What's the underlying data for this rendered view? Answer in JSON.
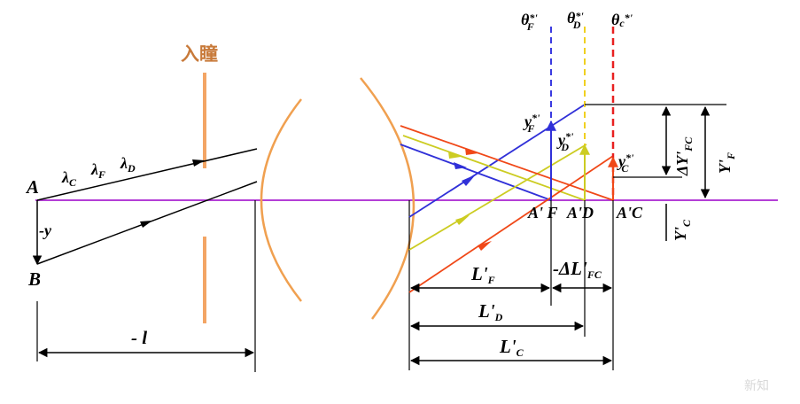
{
  "labels": {
    "A": "A",
    "B": "B",
    "neg_y": "-y",
    "neg_l": "- l",
    "pupil": "入瞳",
    "lambda": "λ",
    "lambda_c_sub": "C",
    "lambda_f_sub": "F",
    "lambda_d_sub": "D",
    "theta": "θ",
    "theta_f_super": "*'",
    "theta_f_sub": "F",
    "theta_d_super": "*'",
    "theta_d_sub": "D",
    "theta_c": "c",
    "theta_c_super": "*'",
    "y": "y",
    "yf_sub": "F",
    "yf_super": "*'",
    "yd_sub": "D",
    "yd_super": "*'",
    "yc_sub": "C",
    "yc_super": "*'",
    "A_prime_F": "A' F",
    "A_prime_D": "A'D",
    "A_prime_C": "A'C",
    "delta_Y": "ΔY'",
    "delta_Y_sub": "FC",
    "Y_F": "Y'",
    "Y_F_sub": "F",
    "Y_C": "Y'",
    "Y_C_sub": "C",
    "L_F": "L'",
    "L_F_sub": "F",
    "L_D": "L'",
    "L_D_sub": "D",
    "L_C": "L'",
    "L_C_sub": "C",
    "delta_L": "-ΔL'",
    "delta_L_sub": "FC",
    "watermark": "新知"
  },
  "colors": {
    "axis": "#b43fd6",
    "lens": "#f0a050",
    "pupil": "#f3a565",
    "red_ray": "#f04818",
    "blue_ray": "#3030d8",
    "yellow_ray": "#cccc22",
    "f_dash": "#3a3ae0",
    "d_dash": "#f0d020",
    "c_dash": "#e82020"
  }
}
